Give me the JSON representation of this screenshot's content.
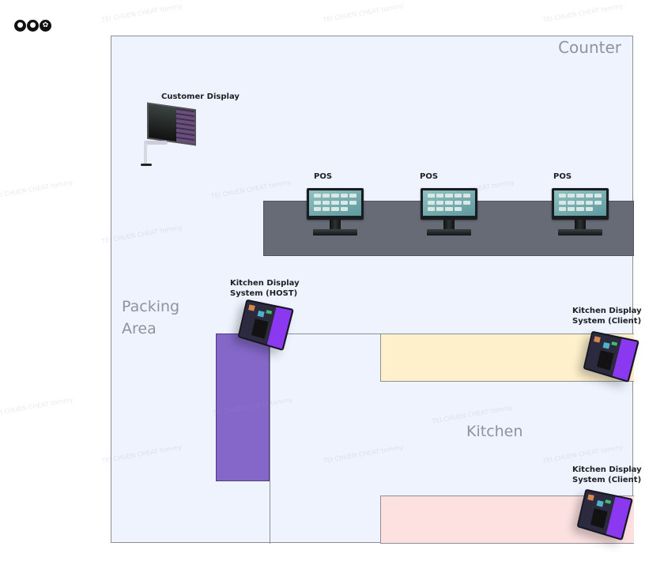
{
  "platform_icons": [
    {
      "name": "android-icon",
      "glyph": "🤖"
    },
    {
      "name": "apple-icon",
      "glyph": ""
    },
    {
      "name": "huawei-icon",
      "glyph": "✿"
    }
  ],
  "zones": {
    "counter": "Counter",
    "packing_area": "Packing\nArea",
    "kitchen": "Kitchen"
  },
  "devices": {
    "customer_display": "Customer Display",
    "pos": [
      "POS",
      "POS",
      "POS"
    ],
    "kds_host": "Kitchen Display\nSystem (HOST)",
    "kds_client_1": "Kitchen Display\nSystem (Client)",
    "kds_client_2": "Kitchen Display\nSystem (Client)"
  },
  "colors": {
    "floor": "#eef3fd",
    "counter_bar": "#666b76",
    "packing_station": "#8467c8",
    "prep_yellow": "#fdf0cb",
    "prep_pink": "#fde1e1"
  },
  "watermark": "TEI CHUEN CHEAT tommy"
}
